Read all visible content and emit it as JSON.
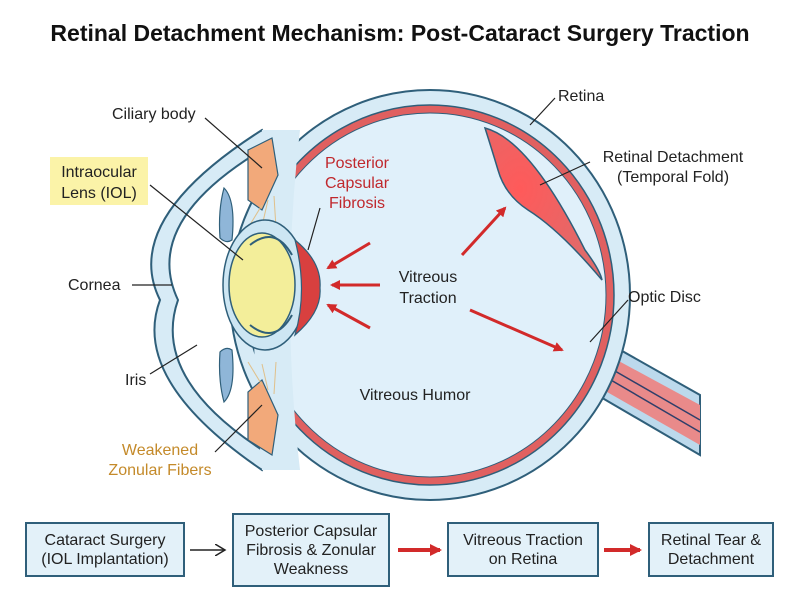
{
  "title": "Retinal Detachment Mechanism: Post-Cataract Surgery Traction",
  "labels": {
    "ciliary_body": "Ciliary body",
    "iol_line1": "Intraocular",
    "iol_line2": "Lens (IOL)",
    "cornea": "Cornea",
    "iris": "Iris",
    "weakened_line1": "Weakened",
    "weakened_line2": "Zonular Fibers",
    "pcf_line1": "Posterior",
    "pcf_line2": "Capsular",
    "pcf_line3": "Fibrosis",
    "retina": "Retina",
    "detach_line1": "Retinal Detachment",
    "detach_line2": "(Temporal Fold)",
    "traction_line1": "Vitreous",
    "traction_line2": "Traction",
    "optic_disc": "Optic Disc",
    "vitreous_humor": "Vitreous Humor"
  },
  "flow": [
    {
      "line1": "Cataract Surgery",
      "line2": "(IOL Implantation)",
      "line3": ""
    },
    {
      "line1": "Posterior Capsular",
      "line2": "Fibrosis & Zonular",
      "line3": "Weakness"
    },
    {
      "line1": "Vitreous Traction",
      "line2": "on Retina",
      "line3": ""
    },
    {
      "line1": "Retinal Tear &",
      "line2": "Detachment",
      "line3": ""
    }
  ],
  "colors": {
    "sclera": "#d7ebf6",
    "vitreous": "#e0f0fa",
    "retina": "#e06060",
    "lens": "#f3ee9a",
    "iris": "#8fb6d8",
    "ciliary": "#f2a97a",
    "arrow_red": "#d22a2a",
    "highlight": "#fbf3a8",
    "outline": "#2f5f7a"
  }
}
